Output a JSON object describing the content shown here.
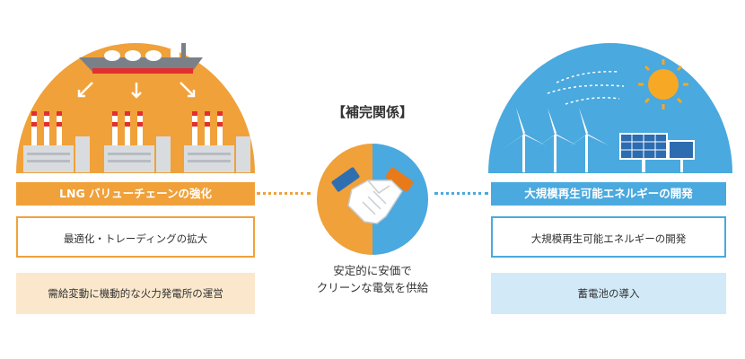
{
  "center": {
    "title": "【補完関係】",
    "caption_line1": "安定的に安価で",
    "caption_line2": "クリーンな電気を供給"
  },
  "left": {
    "band_label": "LNG バリューチェーンの強化",
    "items": [
      "最適化・トレーディングの拡大",
      "需給変動に機動的な火力発電所の運営"
    ]
  },
  "right": {
    "band_label": "大規模再生可能エネルギーの開発",
    "items": [
      "大規模再生可能エネルギーの開発",
      "蓄電池の導入"
    ]
  },
  "colors": {
    "orange": "#f0a13a",
    "blue": "#4aa9de",
    "light_orange": "#fbe8cc",
    "light_blue": "#d2e9f7"
  }
}
